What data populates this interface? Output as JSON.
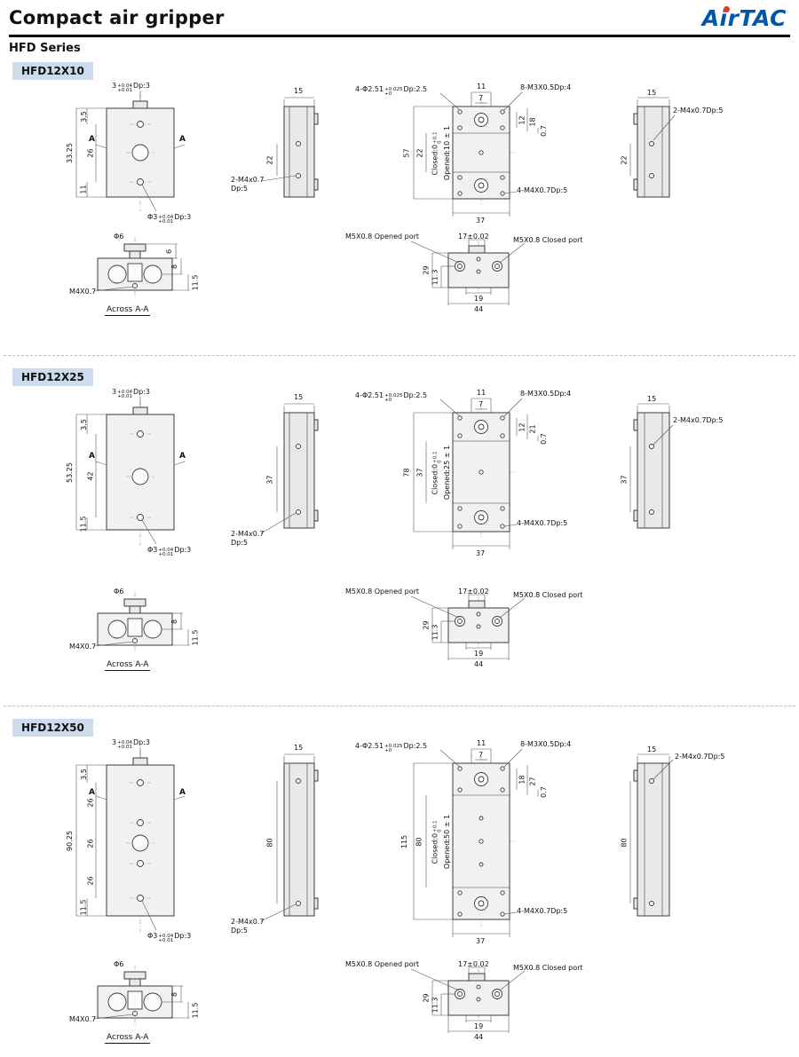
{
  "page": {
    "title": "Compact air gripper",
    "series": "HFD Series",
    "logo": "AirTAC"
  },
  "sections": [
    {
      "model": "HFD12X10",
      "front": {
        "pin_top": {
          "base": "3",
          "tol_top": "+0.04",
          "tol_bot": "+0.01",
          "suffix": "Dp:3"
        },
        "dim_top": "3.5",
        "dim_overall": "33.25",
        "dim_span": "26",
        "dim_bottom": "11",
        "marker_a": "A",
        "pin_bottom": {
          "base": "Φ3",
          "tol_top": "+0.04",
          "tol_bot": "+0.01",
          "suffix": "Dp:3"
        }
      },
      "side": {
        "dim_width": "15",
        "dim_span": "22",
        "thread1": "2-M4x0.7",
        "thread2": "Dp:5"
      },
      "top": {
        "holes": {
          "base": "4-Φ2.51",
          "tol_top": "+0.025",
          "tol_bot": "+0",
          "suffix": "Dp:2.5"
        },
        "dim_11": "11",
        "dim_7": "7",
        "thread_top": "8-M3X0.5Dp:4",
        "dim_r1": "12",
        "dim_r2": "18",
        "dim_r3": "0.7",
        "dim_overall": "57",
        "dim_inner": "22",
        "closed": {
          "base": "Closed:0",
          "tol_top": "+0.1",
          "tol_bot": "0"
        },
        "opened": "Opened:10 ± 1",
        "thread_bottom": "4-M4X0.7Dp:5",
        "dim_width": "37"
      },
      "rightv": {
        "dim_width": "15",
        "thread": "2-M4x0.7Dp:5",
        "dim_span": "22"
      },
      "aa": {
        "dia": "Φ6",
        "dim_a": "6",
        "dim_b": "8",
        "dim_c": "11.5",
        "thread": "M4X0.7",
        "caption": "Across A-A"
      },
      "ports": {
        "opened": "M5X0.8 Opened port",
        "dim_width": "17±0.02",
        "closed": "M5X0.8 Closed port",
        "dim_h1": "29",
        "dim_h2": "11.3",
        "dim_w1": "19",
        "dim_w2": "44"
      }
    },
    {
      "model": "HFD12X25",
      "front": {
        "pin_top": {
          "base": "3",
          "tol_top": "+0.04",
          "tol_bot": "+0.01",
          "suffix": "Dp:3"
        },
        "dim_top": "3.5",
        "dim_overall": "53.25",
        "dim_span": "42",
        "dim_bottom": "11.5",
        "marker_a": "A",
        "pin_bottom": {
          "base": "Φ3",
          "tol_top": "+0.04",
          "tol_bot": "+0.01",
          "suffix": "Dp:3"
        }
      },
      "side": {
        "dim_width": "15",
        "dim_span": "37",
        "thread1": "2-M4x0.7",
        "thread2": "Dp:5"
      },
      "top": {
        "holes": {
          "base": "4-Φ2.51",
          "tol_top": "+0.025",
          "tol_bot": "+0",
          "suffix": "Dp:2.5"
        },
        "dim_11": "11",
        "dim_7": "7",
        "thread_top": "8-M3X0.5Dp:4",
        "dim_r1": "12",
        "dim_r2": "21",
        "dim_r3": "0.7",
        "dim_overall": "78",
        "dim_inner": "37",
        "closed": {
          "base": "Closed:0",
          "tol_top": "+0.1",
          "tol_bot": "0"
        },
        "opened": "Opened:25 ± 1",
        "thread_bottom": "4-M4X0.7Dp:5",
        "dim_width": "37"
      },
      "rightv": {
        "dim_width": "15",
        "thread": "2-M4x0.7Dp:5",
        "dim_span": "37"
      },
      "aa": {
        "dia": "Φ6",
        "dim_b": "8",
        "dim_c": "11.5",
        "thread": "M4X0.7",
        "caption": "Across A-A"
      },
      "ports": {
        "opened": "M5X0.8 Opened port",
        "dim_width": "17±0.02",
        "closed": "M5X0.8 Closed port",
        "dim_h1": "29",
        "dim_h2": "11.3",
        "dim_w1": "19",
        "dim_w2": "44"
      }
    },
    {
      "model": "HFD12X50",
      "front": {
        "pin_top": {
          "base": "3",
          "tol_top": "+0.04",
          "tol_bot": "+0.01",
          "suffix": "Dp:3"
        },
        "dim_top": "3.5",
        "dim_overall": "90.25",
        "dim_span1": "26",
        "dim_span2": "26",
        "dim_span3": "26",
        "dim_bottom": "11.5",
        "marker_a": "A",
        "pin_bottom": {
          "base": "Φ3",
          "tol_top": "+0.04",
          "tol_bot": "+0.01",
          "suffix": "Dp:3"
        }
      },
      "side": {
        "dim_width": "15",
        "dim_span": "80",
        "thread1": "2-M4x0.7",
        "thread2": "Dp:5"
      },
      "top": {
        "holes": {
          "base": "4-Φ2.51",
          "tol_top": "+0.025",
          "tol_bot": "+0",
          "suffix": "Dp:2.5"
        },
        "dim_11": "11",
        "dim_7": "7",
        "thread_top": "8-M3X0.5Dp:4",
        "dim_r1": "18",
        "dim_r2": "27",
        "dim_r3": "0.7",
        "dim_overall": "115",
        "dim_inner": "80",
        "closed": {
          "base": "Closed:0",
          "tol_top": "+0.1",
          "tol_bot": "0"
        },
        "opened": "Opened:50 ± 1",
        "thread_bottom": "4-M4X0.7Dp:5",
        "dim_width": "37"
      },
      "rightv": {
        "dim_width": "15",
        "thread": "2-M4x0.7Dp:5",
        "dim_span": "80"
      },
      "aa": {
        "dia": "Φ6",
        "dim_b": "8",
        "dim_c": "11.5",
        "thread": "M4X0.7",
        "caption": "Across A-A"
      },
      "ports": {
        "opened": "M5X0.8 Opened port",
        "dim_width": "17±0.02",
        "closed": "M5X0.8 Closed port",
        "dim_h1": "29",
        "dim_h2": "11.3",
        "dim_w1": "19",
        "dim_w2": "44"
      }
    }
  ]
}
